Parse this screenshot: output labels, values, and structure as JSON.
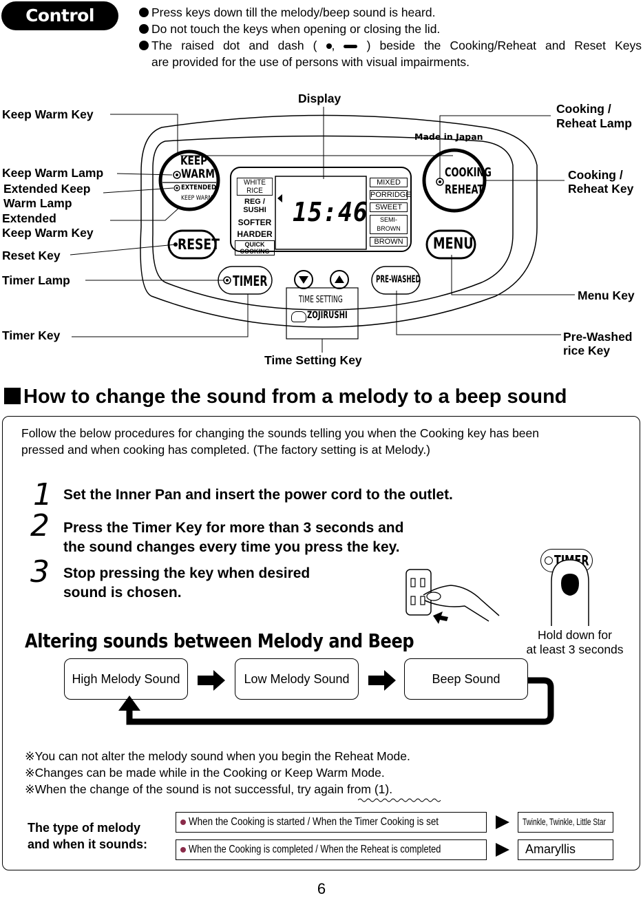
{
  "control_panel": {
    "title": "Control Panel",
    "bullet1": "Press keys down till the melody/beep sound is heard.",
    "bullet2": "Do not touch the keys when opening or closing the lid.",
    "bullet3_a": "The raised dot and dash (",
    "bullet3_comma": ",",
    "bullet3_b": ") beside the Cooking/Reheat and Reset Keys",
    "bullet3_cont": "are provided for the use of persons with visual impairments."
  },
  "labels": {
    "keep_warm_key": "Keep Warm Key",
    "keep_warm_lamp": "Keep Warm Lamp",
    "extended_keep_warm_lamp_1": "Extended Keep",
    "extended_keep_warm_lamp_2": "Warm Lamp",
    "extended_keep_warm_key_1": "Extended",
    "extended_keep_warm_key_2": "Keep Warm Key",
    "reset_key": "Reset Key",
    "timer_lamp": "Timer Lamp",
    "timer_key": "Timer Key",
    "display": "Display",
    "cooking_reheat_lamp_1": "Cooking /",
    "cooking_reheat_lamp_2": "Reheat Lamp",
    "cooking_reheat_key_1": "Cooking /",
    "cooking_reheat_key_2": "Reheat Key",
    "menu_key": "Menu Key",
    "pre_washed_1": "Pre-Washed",
    "pre_washed_2": "rice Key",
    "time_setting_key": "Time Setting Key"
  },
  "panel": {
    "made_in": "Made in Japan",
    "keep": "KEEP",
    "warm": "WARM",
    "extended": "EXTENDED",
    "keep_warm_small": "KEEP WARM",
    "reset": "RESET",
    "timer": "TIMER",
    "cooking": "COOKING",
    "reheat": "REHEAT",
    "menu": "MENU",
    "prewashed": "PRE-WASHED",
    "time_setting": "TIME SETTING",
    "brand": "ZOJIRUSHI",
    "clock": "15:46",
    "menu_left": [
      "WHITE RICE",
      "REG / SUSHI",
      "SOFTER",
      "HARDER",
      "QUICK",
      "COOKING"
    ],
    "menu_right": [
      "MIXED",
      "PORRIDGE",
      "SWEET",
      "SEMI-BROWN",
      "BROWN"
    ]
  },
  "section": {
    "title": "How to change the sound from a melody to a beep sound",
    "intro_1": "Follow the below procedures for changing the sounds telling you when the Cooking key has been",
    "intro_2": "pressed and when cooking has completed. (The factory setting is at Melody.)",
    "steps": [
      {
        "num": "1",
        "line1": "Set the Inner Pan and insert the power cord to the outlet.",
        "line2": ""
      },
      {
        "num": "2",
        "line1": "Press the Timer Key for more than 3 seconds and",
        "line2": "the sound changes every time you press the key."
      },
      {
        "num": "3",
        "line1": "Stop pressing the key when desired",
        "line2": "sound is chosen."
      }
    ],
    "timer_button": "TIMER",
    "hold_1": "Hold down for",
    "hold_2": "at least 3 seconds",
    "alt_title": "Altering sounds between Melody and Beep",
    "flow": [
      "High Melody Sound",
      "Low Melody Sound",
      "Beep Sound"
    ],
    "notes": [
      "※You can not alter the melody sound when you begin the Reheat Mode.",
      "※Changes can be made while in the Cooking or Keep Warm Mode.",
      "※When the change of the sound is not successful, try again from (1)."
    ],
    "melody_label_1": "The type of melody",
    "melody_label_2": "and when it sounds:",
    "melody_rows": [
      {
        "when": "When the Cooking is started / When the Timer Cooking is set",
        "tune": "Twinkle, Twinkle, Little Star"
      },
      {
        "when": "When the Cooking is completed / When the Reheat is completed",
        "tune": "Amaryllis"
      }
    ]
  },
  "page_number": "6"
}
